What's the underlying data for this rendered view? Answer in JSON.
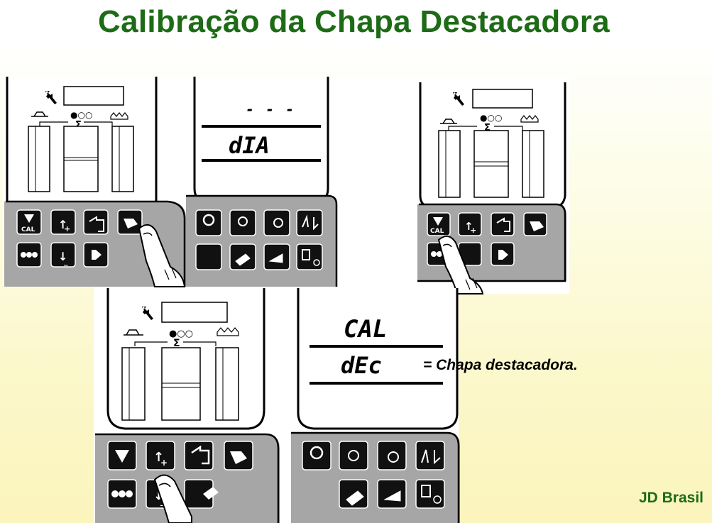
{
  "title": "Calibração da Chapa Destacadora",
  "brand": "JD Brasil",
  "note": "=  Chapa destacadora.",
  "display_panel_1": {
    "line_top": "- - -",
    "line_bottom": "dIA"
  },
  "display_panel_2": {
    "line_top": "CAL",
    "line_bottom": "dEc"
  },
  "key_labels": {
    "cal": "CAL"
  },
  "icons": {
    "wrench": "wrench-icon",
    "sigma": "sigma-icon",
    "dots": "dots-icon",
    "pointer_hand": "pointing-hand-icon"
  },
  "colors": {
    "title": "#1d6b16",
    "panel": "#a6a6a6",
    "key": "#111111"
  }
}
